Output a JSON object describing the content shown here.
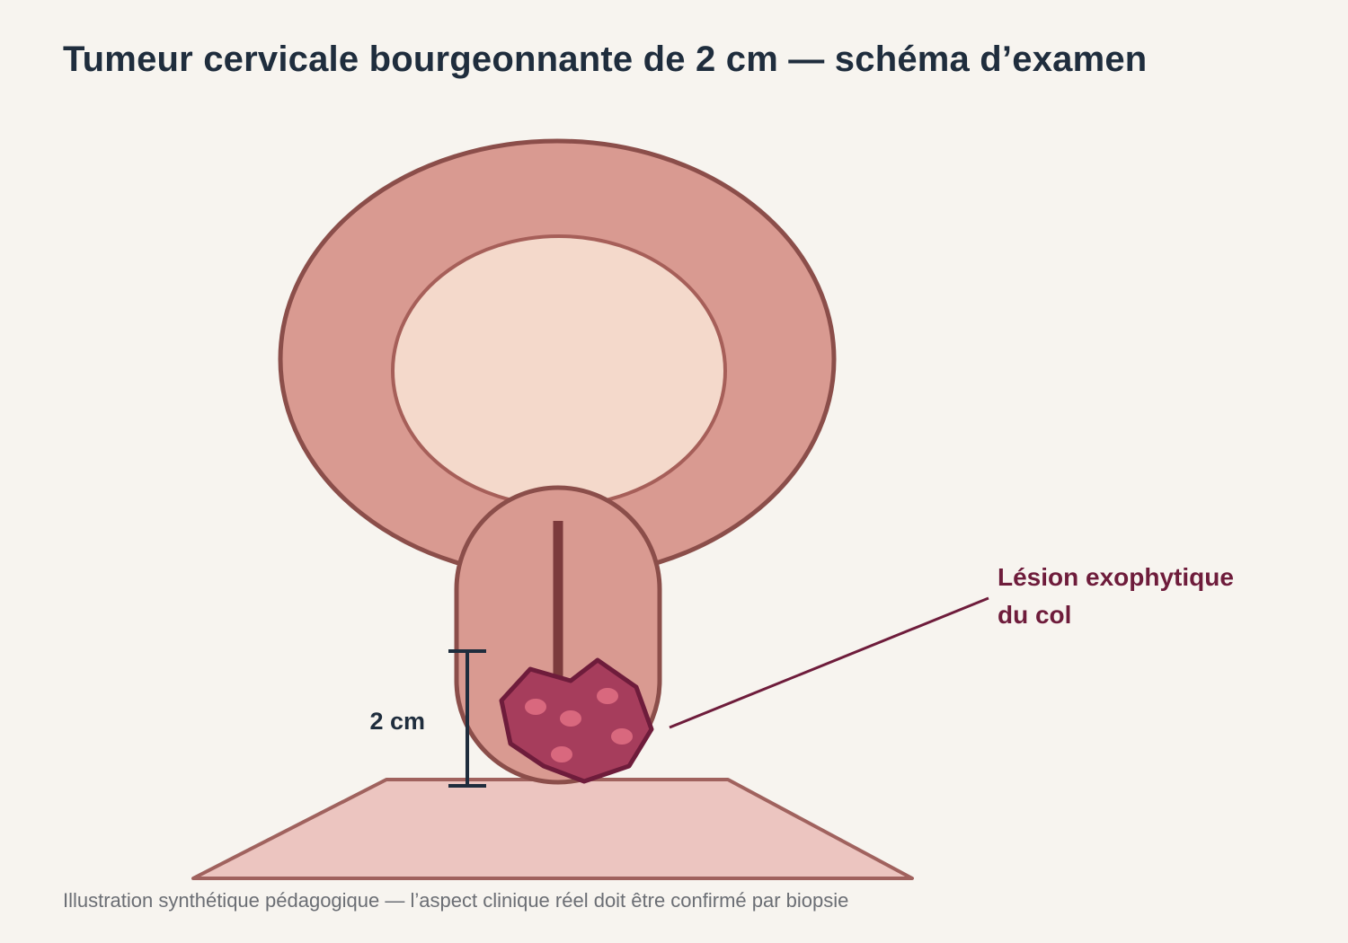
{
  "title": "Tumeur cervicale bourgeonnante de 2 cm — schéma d’examen",
  "measure_label": "2 cm",
  "lesion_label": {
    "line1": "Lésion exophytique",
    "line2": "du col"
  },
  "caption": "Illustration synthétique pédagogique — l’aspect clinique réel doit être confirmé par biopsie",
  "colors": {
    "background": "#f7f4ef",
    "uterus_wall": "#d99a91",
    "uterus_outline": "#8b4e4a",
    "cavity": "#f4d9cb",
    "vagina_floor": "#ecc5c0",
    "tumor": "#a63d5c",
    "tumor_outline": "#6e1c3b",
    "tumor_spots": "#d9687e",
    "label_text": "#6e1c3b",
    "measure": "#1f2d3d"
  }
}
